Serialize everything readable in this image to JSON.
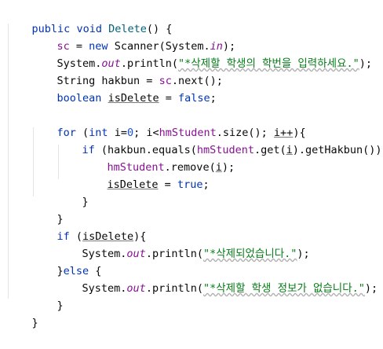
{
  "code": {
    "line1": {
      "kw_public": "public",
      "kw_void": "void",
      "method_name": "Delete",
      "rest": "() {"
    },
    "line2": {
      "field_sc": "sc",
      "op": " = ",
      "kw_new": "new",
      "scanner": " Scanner(System.",
      "static_in": "in",
      "rest": ");"
    },
    "line3": {
      "system": "System.",
      "static_out": "out",
      "println": ".println(",
      "string": "\"*삭제할 학생의 학번을 입력하세요.\"",
      "rest": ");"
    },
    "line4": {
      "decl": "String hakbun = ",
      "field_sc": "sc",
      "rest": ".next();"
    },
    "line5": {
      "kw_boolean": "boolean",
      "space": " ",
      "var": "isDelete",
      "op": " = ",
      "kw_false": "false",
      "semi": ";"
    },
    "line7": {
      "kw_for": "for",
      "paren": " (",
      "kw_int": "int",
      "init": " i=",
      "zero": "0",
      "cond": "; i<",
      "field_hm": "hmStudent",
      "cond_rest": ".size(); ",
      "incr": "i++",
      "close": "){"
    },
    "line8": {
      "kw_if": "if",
      "open": " (hakbun.equals(",
      "field_hm": "hmStudent",
      "get": ".get(",
      "var_i": "i",
      "rest": ").getHakbun())){"
    },
    "line9": {
      "field_hm": "hmStudent",
      "remove": ".remove(",
      "var_i": "i",
      "rest": ");"
    },
    "line10": {
      "var": "isDelete",
      "op": " = ",
      "kw_true": "true",
      "semi": ";"
    },
    "line11": {
      "brace": "}"
    },
    "line12": {
      "brace": "}"
    },
    "line13": {
      "kw_if": "if",
      "open": " (",
      "var": "isDelete",
      "rest": "){"
    },
    "line14": {
      "system": "System.",
      "static_out": "out",
      "println": ".println(",
      "string": "\"*삭제되었습니다.\"",
      "rest": ");"
    },
    "line15": {
      "brace": "}",
      "kw_else": "else",
      "rest": " {"
    },
    "line16": {
      "system": "System.",
      "static_out": "out",
      "println": ".println(",
      "string": "\"*삭제할 학생 정보가 없습니다.\"",
      "rest": ");"
    },
    "line17": {
      "brace": "}"
    },
    "line18": {
      "brace": "}"
    }
  }
}
